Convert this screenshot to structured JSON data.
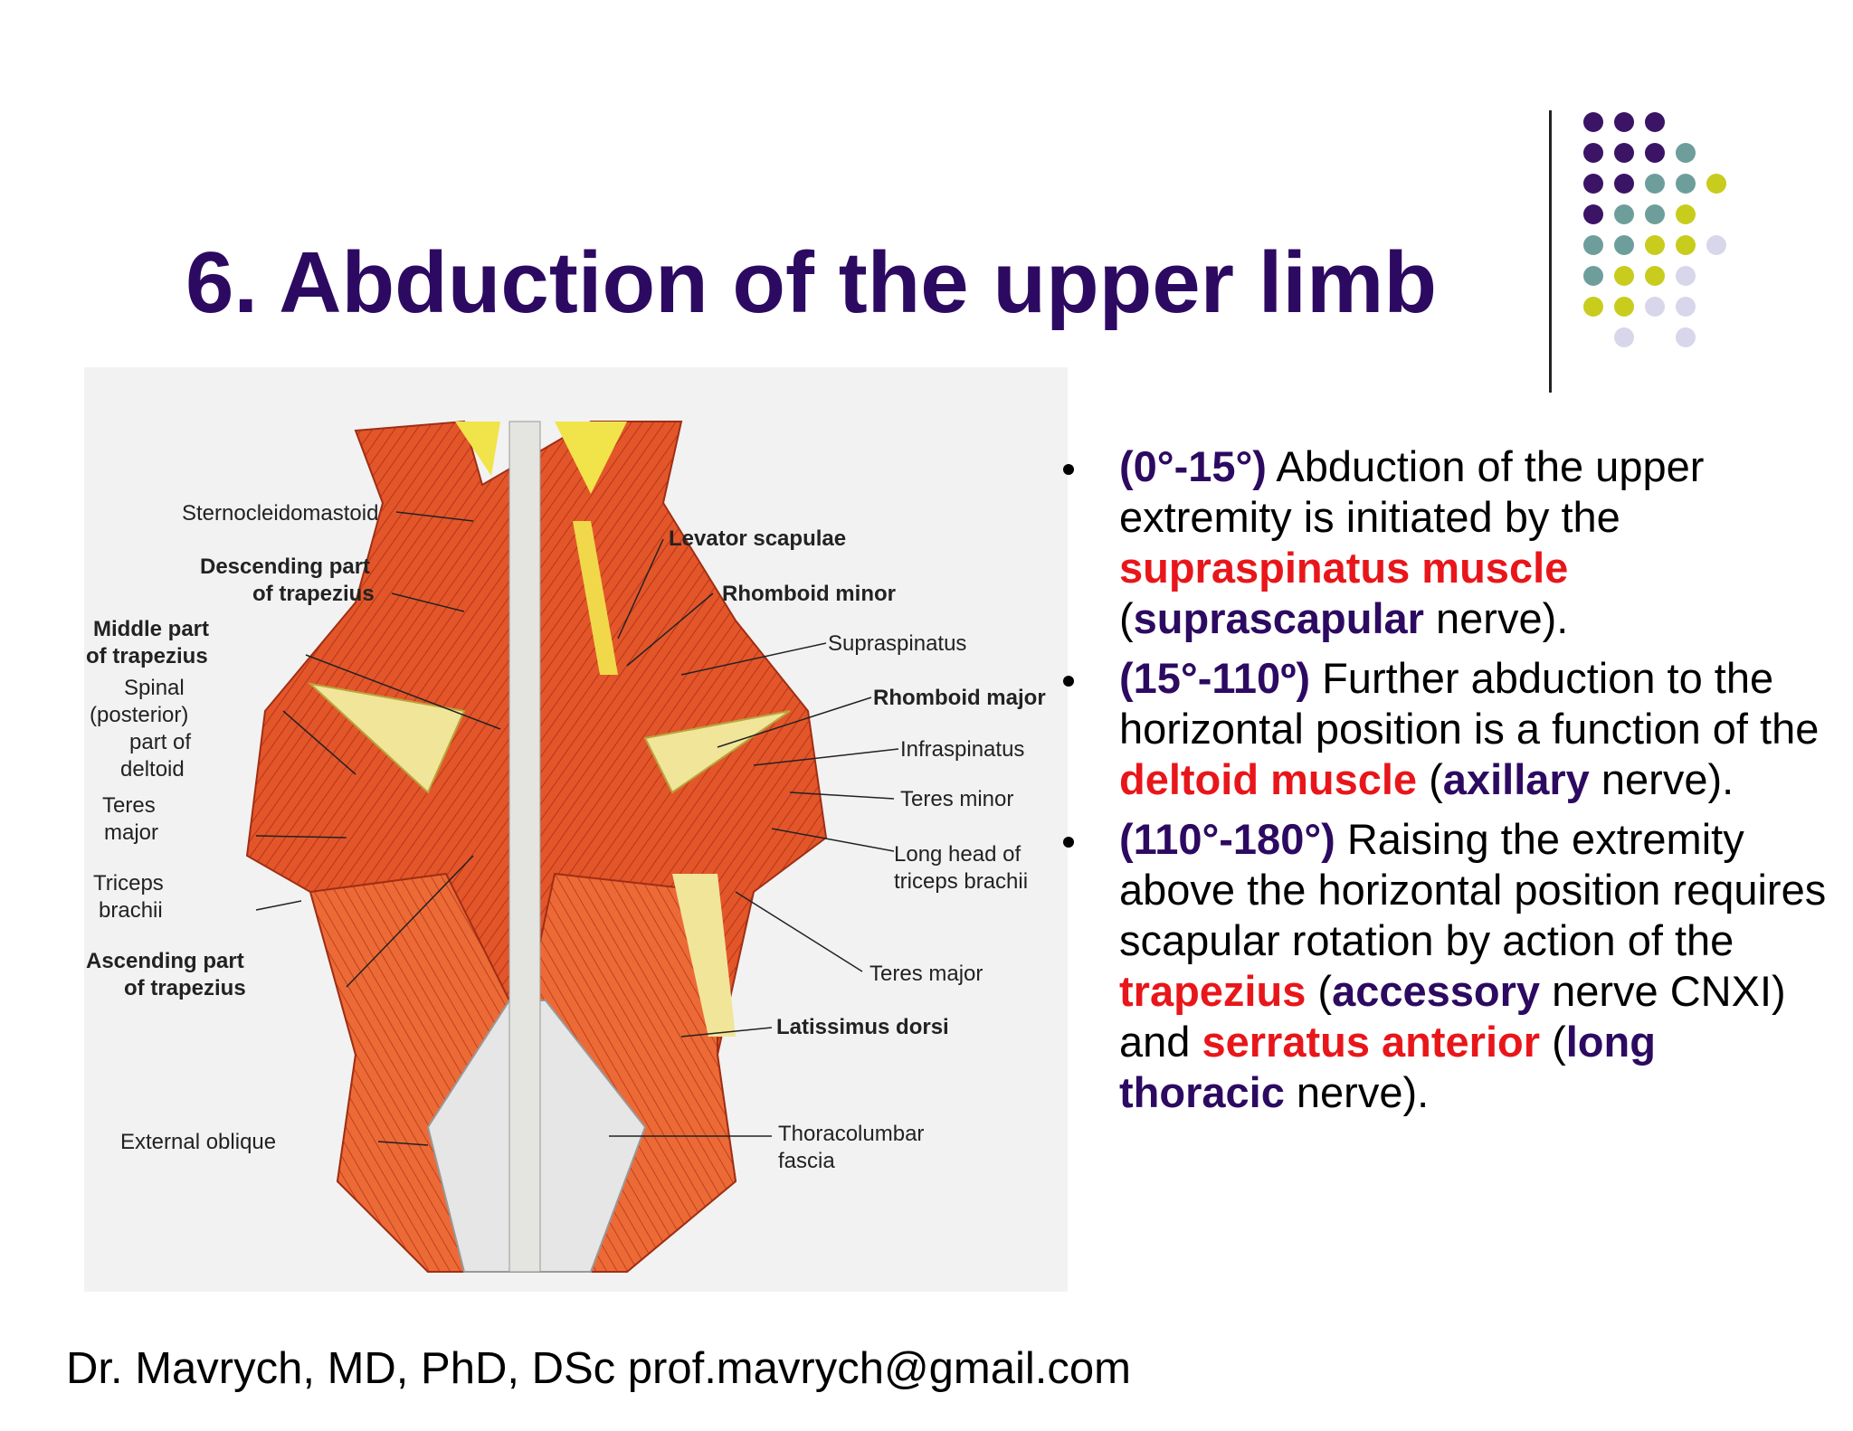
{
  "slide": {
    "title": "6. Abduction of the upper limb",
    "footer": "Dr. Mavrych, MD, PhD, DSc  prof.mavrych@gmail.com"
  },
  "colors": {
    "title": "#2d0a61",
    "emphasis_red": "#e8161a",
    "dot_purple": "#3b1466",
    "dot_teal": "#6e9e9b",
    "dot_yellow": "#c8cc1c",
    "dot_lavender": "#d8d6ea"
  },
  "figure": {
    "labels": {
      "sternocleidomastoid": "Sternocleidomastoid",
      "descending_1": "Descending part",
      "descending_2": "of trapezius",
      "middle_1": "Middle part",
      "middle_2": "of trapezius",
      "spinal_1": "Spinal",
      "spinal_2": "(posterior)",
      "spinal_3": "part of",
      "spinal_4": "deltoid",
      "teres_major_left_1": "Teres",
      "teres_major_left_2": "major",
      "triceps_1": "Triceps",
      "triceps_2": "brachii",
      "ascending_1": "Ascending part",
      "ascending_2": "of trapezius",
      "external_oblique": "External oblique",
      "levator_scapulae": "Levator  scapulae",
      "rhomboid_minor": "Rhomboid minor",
      "supraspinatus": "Supraspinatus",
      "rhomboid_major": "Rhomboid major",
      "infraspinatus": "Infraspinatus",
      "teres_minor": "Teres minor",
      "long_head_1": "Long head of",
      "long_head_2": "triceps brachii",
      "teres_major_right": "Teres major",
      "latissimus_dorsi": "Latissimus dorsi",
      "thoracolumbar_1": "Thoracolumbar",
      "thoracolumbar_2": "fascia"
    }
  },
  "bullets": [
    {
      "range": "(0°-15°)",
      "t1": "  Abduction of the upper extremity is initiated by the ",
      "muscle": "supraspinatus muscle",
      "t2": " (",
      "nerve": "suprascapular",
      "t3": " nerve)."
    },
    {
      "range": "(15°-110º)",
      "t1": " Further abduction to the horizontal position is a function of the ",
      "muscle": "deltoid muscle",
      "t2": " (",
      "nerve": "axillary",
      "t3": " nerve)."
    },
    {
      "range": "(110°-180°)",
      "t1": " Raising the extremity above the horizontal position requires scapular rotation by action of the ",
      "muscle": "trapezius",
      "t2": " (",
      "nerve": "accessory",
      "t3": " nerve CNXI) and ",
      "muscle2": "serratus anterior",
      "t4": " (",
      "nerve2": "long thoracic",
      "t5": " nerve)."
    }
  ]
}
